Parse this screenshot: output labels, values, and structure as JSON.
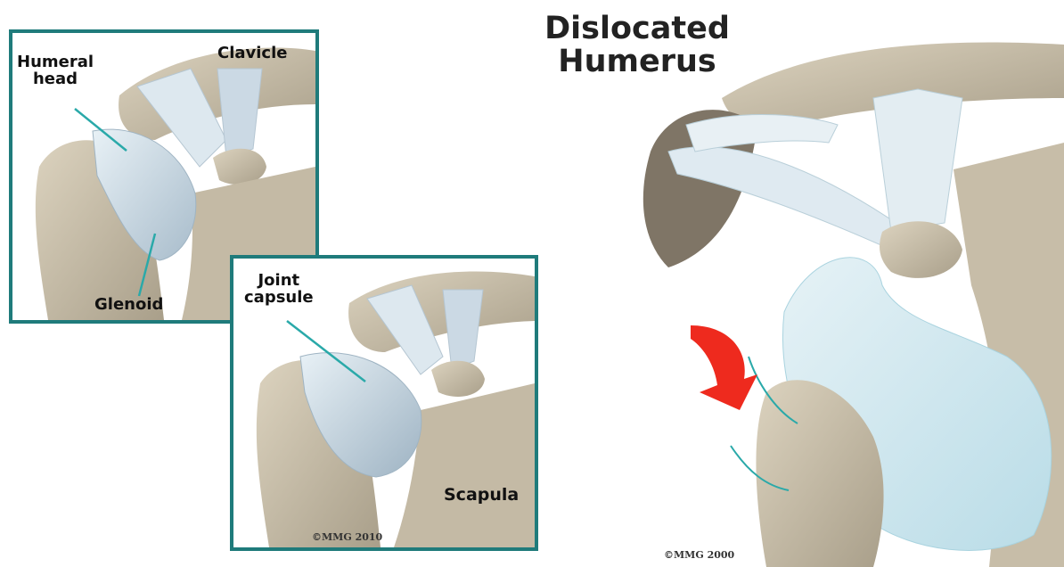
{
  "title": {
    "line1": "Dislocated",
    "line2": "Humerus"
  },
  "panel1": {
    "labels": {
      "humeral_head_line1": "Humeral",
      "humeral_head_line2": "head",
      "clavicle": "Clavicle",
      "glenoid": "Glenoid"
    }
  },
  "panel2": {
    "labels": {
      "joint_capsule_line1": "Joint",
      "joint_capsule_line2": "capsule",
      "scapula": "Scapula"
    },
    "copyright": "©MMG 2010"
  },
  "main": {
    "copyright": "©MMG 2000",
    "arrow_icon": "curved-arrow-icon"
  },
  "colors": {
    "bone": "#cdc3ae",
    "bone_shadow": "#9d937f",
    "capsule": "#cfe6ee",
    "ligament": "#dfeaf1",
    "border": "#1f7b7b",
    "leader_line": "#2aa9a9",
    "arrow": "#ee2a1e"
  }
}
